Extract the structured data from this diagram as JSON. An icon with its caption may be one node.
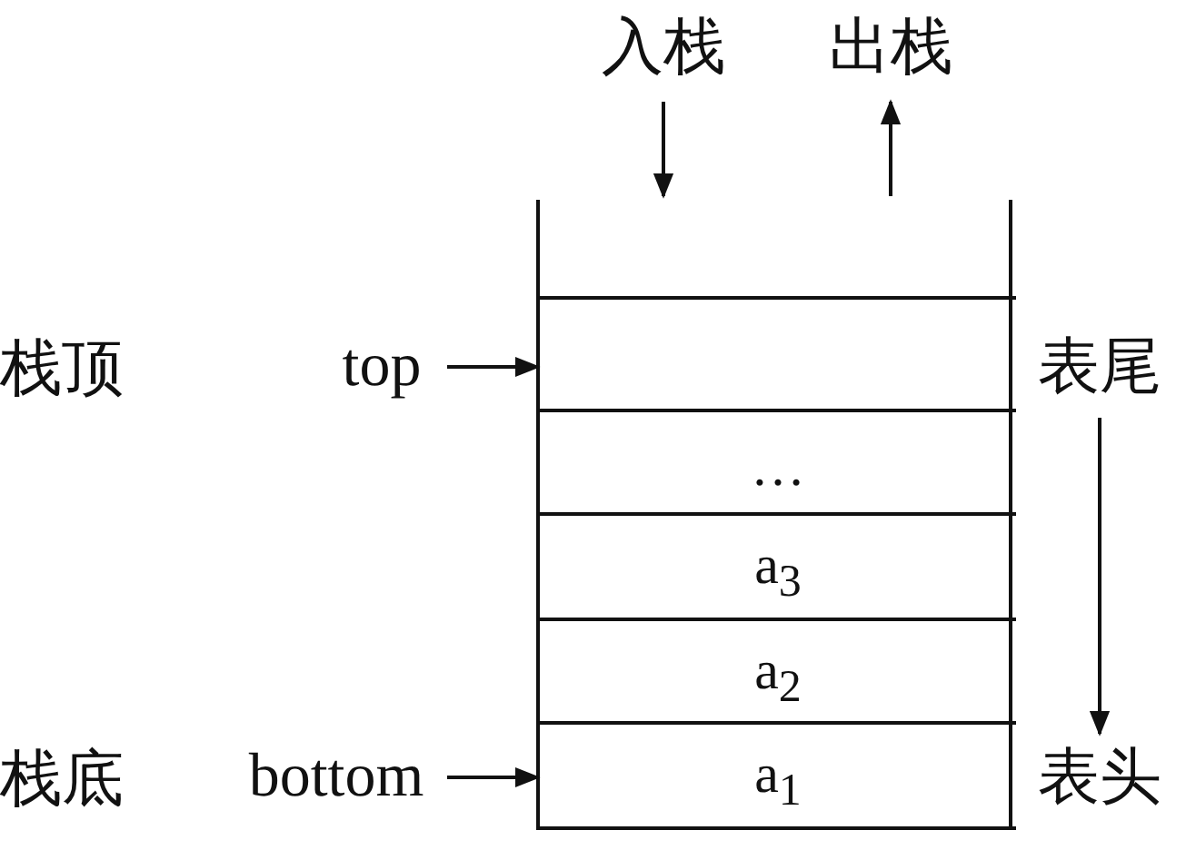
{
  "diagram": {
    "nodes": [
      {
        "text": [
          "入栈"
        ]
      },
      {
        "text": [
          "出栈"
        ]
      },
      {
        "text": [],
        "shape": "box"
      },
      {
        "text": [],
        "shape": "box",
        "in": 2
      },
      {
        "text": [
          "…"
        ],
        "in": 2
      },
      {
        "text": [
          "a$_{3}$"
        ],
        "in": 2
      },
      {
        "text": [
          "a$_{2}$"
        ],
        "in": 2
      },
      {
        "text": [
          "a$_{1}$"
        ],
        "in": 2
      },
      {
        "text": [
          "top"
        ]
      },
      {
        "text": [
          "bottom"
        ]
      },
      {
        "text": [
          "表尾"
        ]
      },
      {
        "text": [
          "表头"
        ]
      }
    ],
    "edges": [
      {
        "from": 0,
        "to": 2,
        "arrow": "to"
      },
      {
        "from": 2,
        "to": 1,
        "arrow": "to"
      },
      {
        "from": 8,
        "to": 3,
        "arrow": "to"
      },
      {
        "from": 9,
        "to": 7,
        "arrow": "to"
      },
      {
        "from": 10,
        "to": 11,
        "arrow": "to"
      }
    ],
    "labels": [
      "栈顶",
      "栈底"
    ]
  }
}
